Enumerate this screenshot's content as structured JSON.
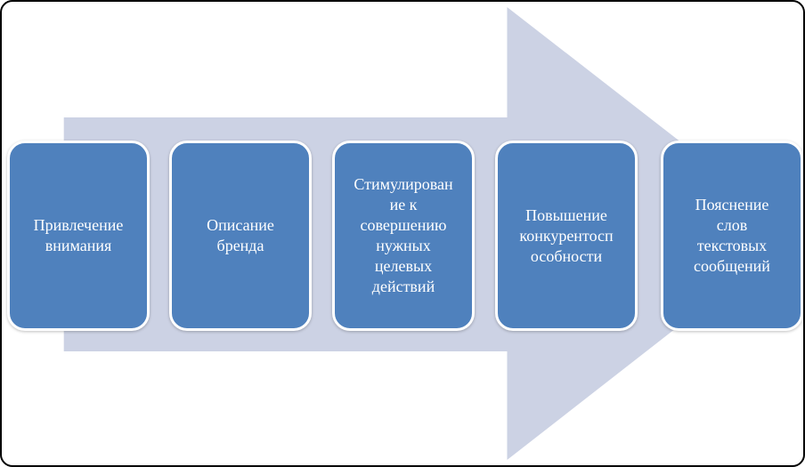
{
  "theme": {
    "background_color": "#ffffff",
    "canvas_border_color": "#000000",
    "arrow_color": "#ccd2e4",
    "box_color": "#4f81bd",
    "box_border_color": "#ffffff",
    "text_color": "#ffffff"
  },
  "diagram": {
    "type": "process-arrow-right",
    "steps": [
      {
        "label": "Привлечение\nвнимания"
      },
      {
        "label": "Описание\nбренда"
      },
      {
        "label": "Стимулирован\nие к\nсовершению\nнужных\nцелевых\nдействий"
      },
      {
        "label": "Повышение\nконкурентосп\nособности"
      },
      {
        "label": "Пояснение\nслов\nтекстовых\nсообщений"
      }
    ]
  }
}
